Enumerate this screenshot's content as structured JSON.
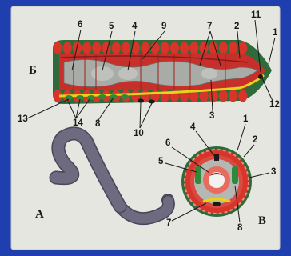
{
  "panels": {
    "top": "Б",
    "bottom_left": "А",
    "bottom_right": "В"
  },
  "top_labels": [
    "6",
    "5",
    "4",
    "9",
    "7",
    "2",
    "11",
    "1",
    "13",
    "14",
    "8",
    "10",
    "3",
    "12"
  ],
  "bottom_labels": [
    "4",
    "1",
    "6",
    "2",
    "5",
    "3",
    "7",
    "8"
  ],
  "colors": {
    "frame": "#1f3fae",
    "board": "#e6e6e0",
    "segment_red": "#d8352a",
    "gut_grey": "#a9aca6",
    "nerve_yellow": "#e8d21a",
    "muscle_green": "#2e8a3a",
    "worm_purple": "#6e6a80"
  }
}
